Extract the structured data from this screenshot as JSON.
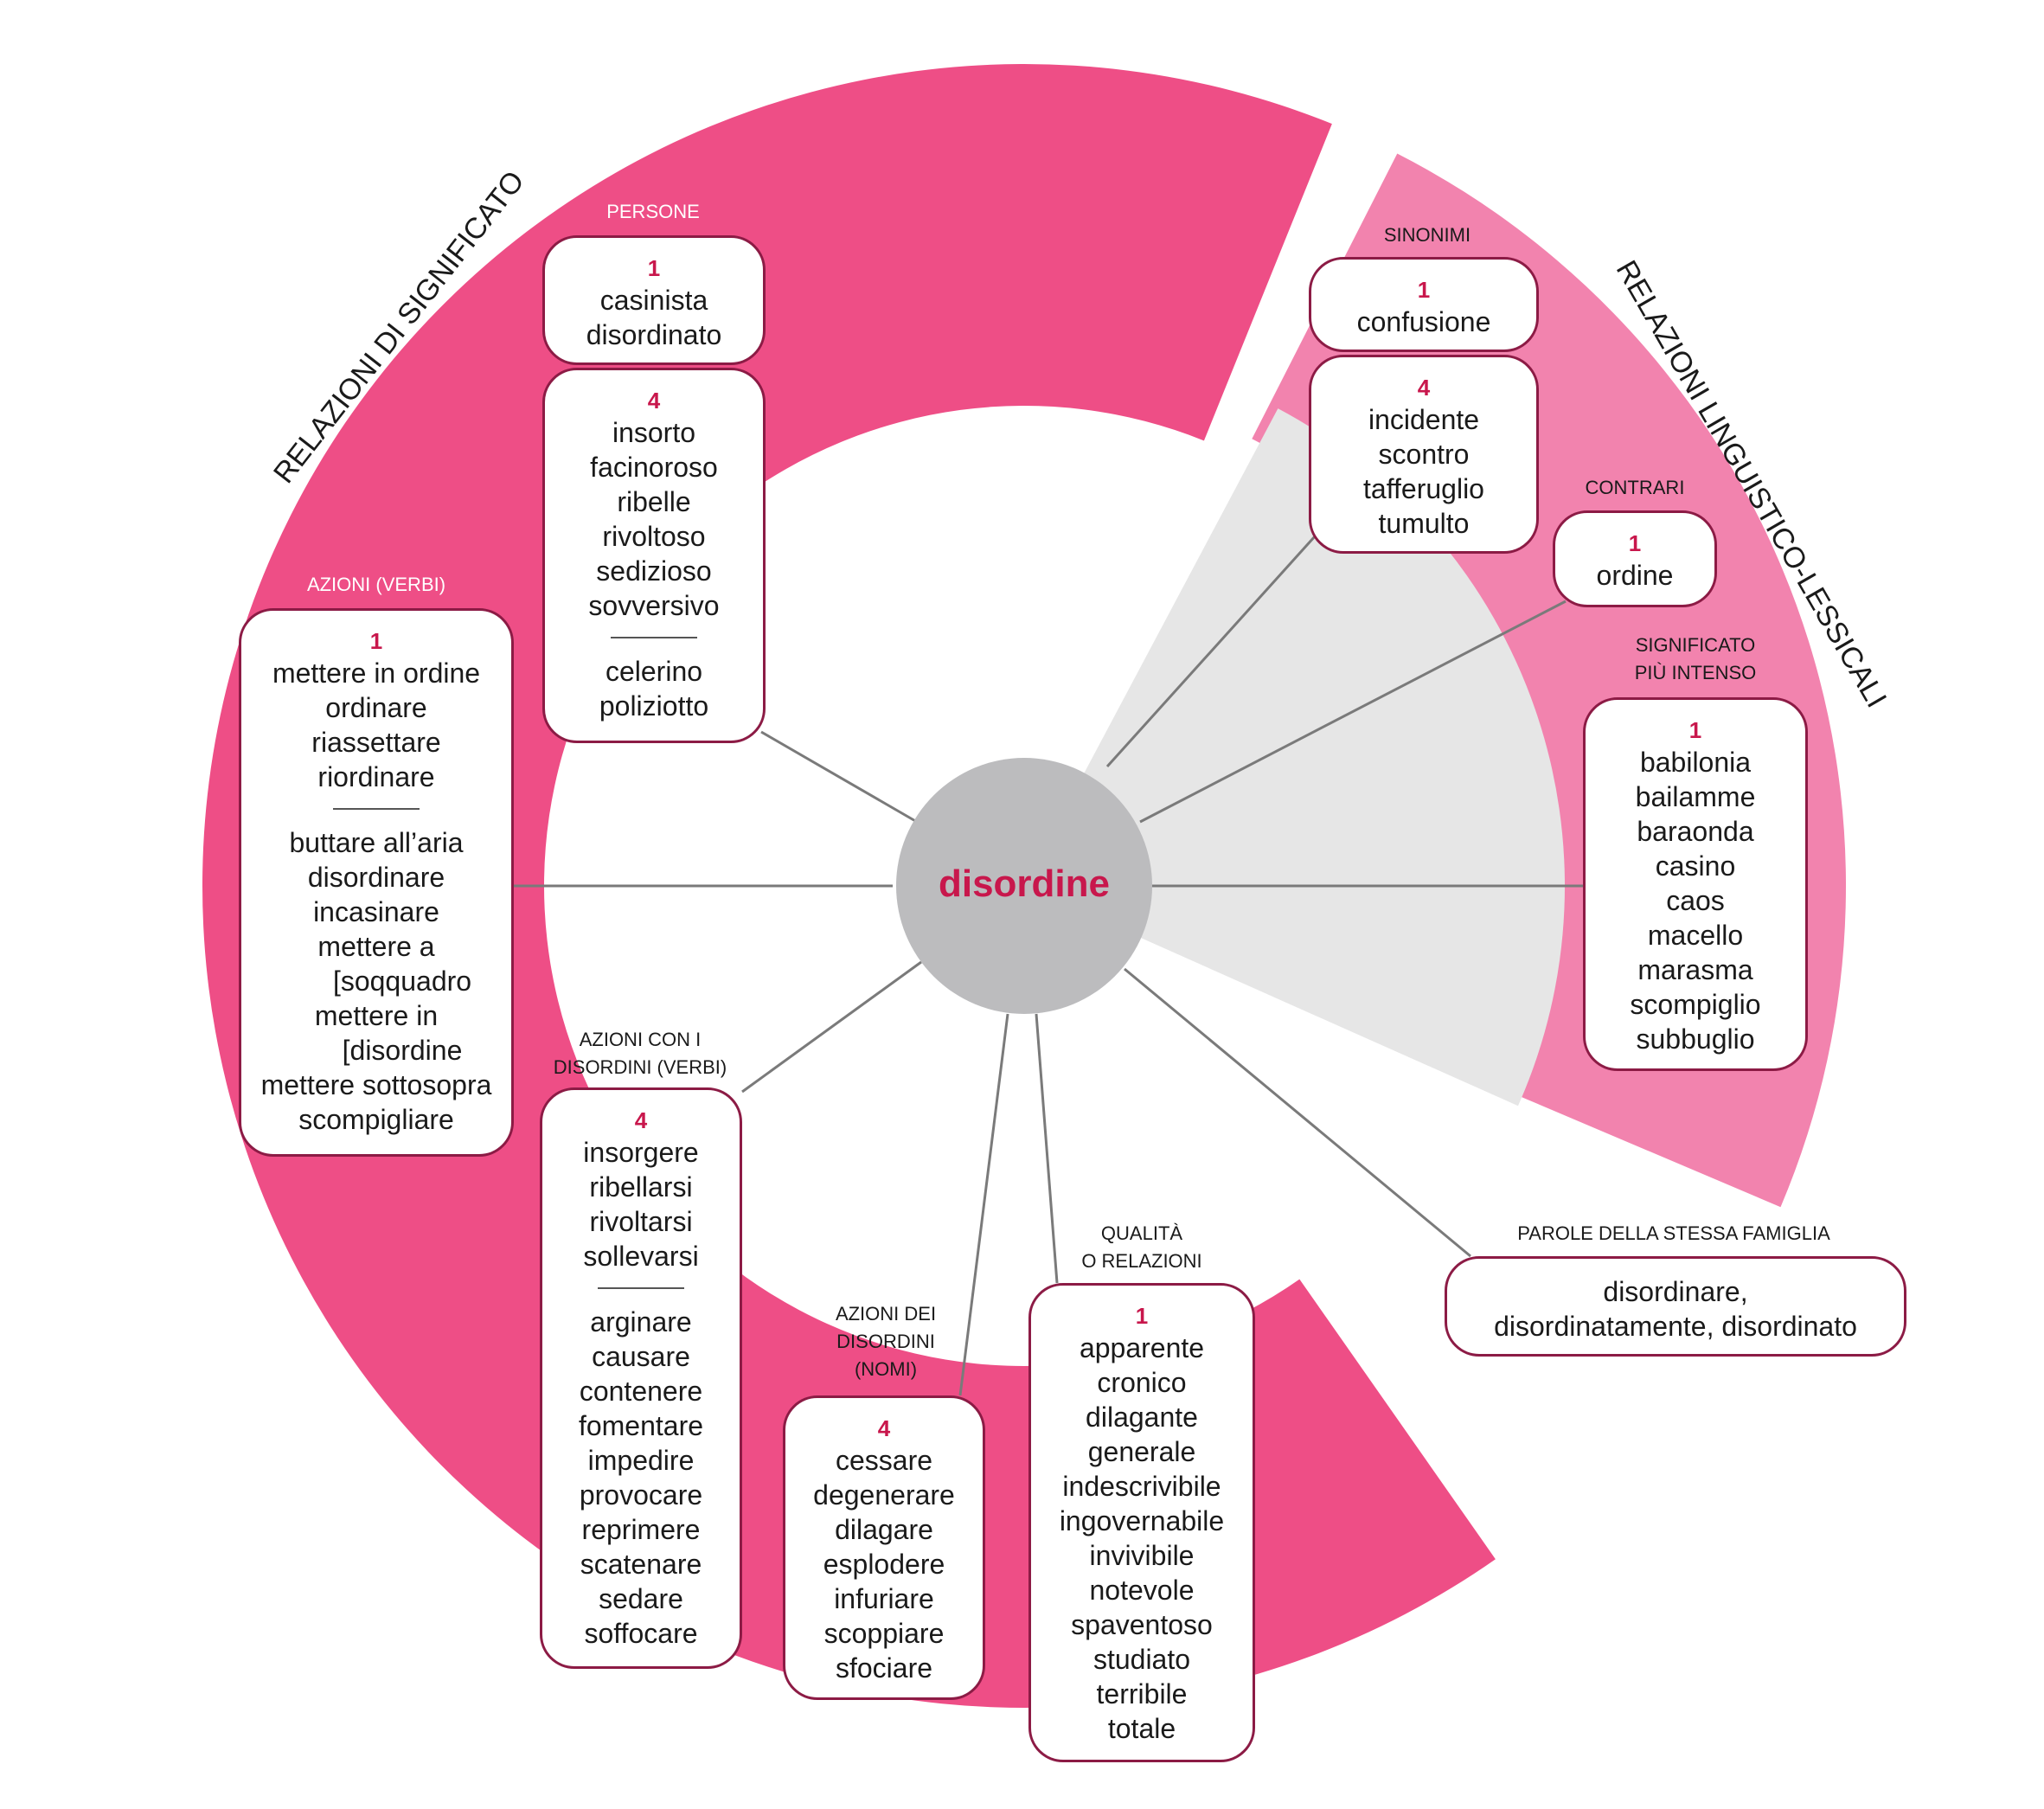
{
  "center": {
    "word": "disordine"
  },
  "arcs": {
    "left_title": "RELAZIONI DI SIGNIFICATO",
    "right_title": "RELAZIONI LINGUISTICO-LESSICALI"
  },
  "colors": {
    "left_wedge": "#ee4e86",
    "right_wedge": "#f283ae",
    "inner_sector": "#e6e6e6",
    "hub": "#bcbcbe",
    "box_border": "#8c1b45",
    "accent_red": "#c8174c",
    "line": "#7a7a7a"
  },
  "groups": {
    "persone": {
      "label": "PERSONE",
      "num1": "1",
      "words1": [
        "casinista",
        "disordinato"
      ],
      "num4": "4",
      "words4": [
        "insorto",
        "facinoroso",
        "ribelle",
        "rivoltoso",
        "sedizioso",
        "sovversivo"
      ],
      "words4b": [
        "celerino",
        "poliziotto"
      ]
    },
    "azioni_verbi": {
      "label": "AZIONI (VERBI)",
      "num": "1",
      "words_a": [
        "mettere in ordine",
        "ordinare",
        "riassettare",
        "riordinare"
      ],
      "words_b": [
        "buttare all’aria",
        "disordinare",
        "incasinare",
        "mettere a"
      ],
      "words_b_cont": "[soqquadro",
      "words_c": "mettere in",
      "words_c_cont": "[disordine",
      "words_d": [
        "mettere sottosopra",
        "scompigliare"
      ]
    },
    "azioni_con_disordini": {
      "label_1": "AZIONI CON I",
      "label_2": "DISORDINI (VERBI)",
      "num": "4",
      "words_a": [
        "insorgere",
        "ribellarsi",
        "rivoltarsi",
        "sollevarsi"
      ],
      "words_b": [
        "arginare",
        "causare",
        "contenere",
        "fomentare",
        "impedire",
        "provocare",
        "reprimere",
        "scatenare",
        "sedare",
        "soffocare"
      ]
    },
    "azioni_dei_disordini": {
      "label_1": "AZIONI DEI",
      "label_2": "DISORDINI",
      "label_3": "(NOMI)",
      "num": "4",
      "words": [
        "cessare",
        "degenerare",
        "dilagare",
        "esplodere",
        "infuriare",
        "scoppiare",
        "sfociare"
      ]
    },
    "qualita": {
      "label_1": "QUALITÀ",
      "label_2": "O RELAZIONI",
      "num": "1",
      "words": [
        "apparente",
        "cronico",
        "dilagante",
        "generale",
        "indescrivibile",
        "ingovernabile",
        "invivibile",
        "notevole",
        "spaventoso",
        "studiato",
        "terribile",
        "totale"
      ]
    },
    "sinonimi": {
      "label": "SINONIMI",
      "num1": "1",
      "words1": [
        "confusione"
      ],
      "num4": "4",
      "words4": [
        "incidente",
        "scontro",
        "tafferuglio",
        "tumulto"
      ]
    },
    "contrari": {
      "label": "CONTRARI",
      "num": "1",
      "words": [
        "ordine"
      ]
    },
    "significato_intenso": {
      "label_1": "SIGNIFICATO",
      "label_2": "PIÙ INTENSO",
      "num": "1",
      "words": [
        "babilonia",
        "bailamme",
        "baraonda",
        "casino",
        "caos",
        "macello",
        "marasma",
        "scompiglio",
        "subbuglio"
      ]
    },
    "famiglia": {
      "label": "PAROLE DELLA STESSA FAMIGLIA",
      "line_1": "disordinare,",
      "line_2": "disordinatamente, disordinato"
    }
  }
}
